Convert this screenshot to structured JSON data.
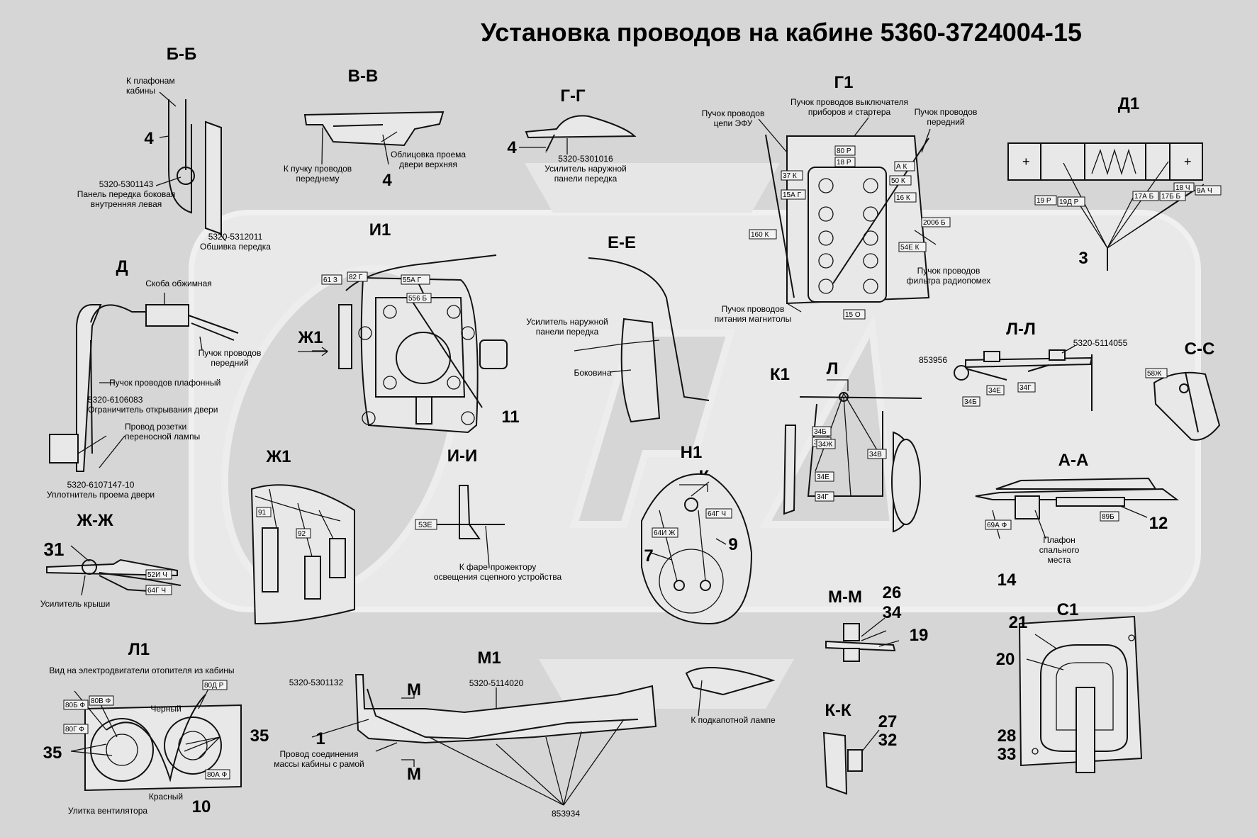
{
  "title": "Установка проводов на кабине 5360-3724004-15",
  "colors": {
    "background": "#d6d6d6",
    "watermark": "#ececec",
    "ink": "#111111"
  },
  "sections": {
    "bb": "Б-Б",
    "vv": "В-В",
    "gg": "Г-Г",
    "g1": "Г1",
    "d1": "Д1",
    "d": "Д",
    "i1": "И1",
    "ee": "Е-Е",
    "zh1a": "Ж1",
    "zh1b": "Ж1",
    "ii": "И-И",
    "zhzh": "Ж-Ж",
    "k1": "К1",
    "l": "Л",
    "ll": "Л-Л",
    "cc": "С-С",
    "n1": "Н1",
    "k": "К",
    "aa": "А-А",
    "mm": "М-М",
    "l1": "Л1",
    "m1": "М1",
    "m_a": "М",
    "m_b": "М",
    "kk": "К-К",
    "c1": "С1"
  },
  "labels": {
    "bb_ceiling": "К плафонам\nкабины",
    "bb_panel": "5320-5301143\nПанель передка боковая\nвнутренняя левая",
    "bb_trim": "5320-5312011\nОбшивка передка",
    "vv_bundle": "К пучку проводов\nпереднему",
    "vv_facing": "Облицовка проема\nдвери верхняя",
    "gg_amp": "5320-5301016\nУсилитель наружной\nпанели передка",
    "g1_efu": "Пучок проводов\nцепи ЭФУ",
    "g1_switch": "Пучок проводов выключателя\nприборов и стартера",
    "g1_front": "Пучок проводов\nпередний",
    "g1_filter": "Пучок проводов\nфильтра радиопомех",
    "g1_radio": "Пучок проводов\nпитания магнитолы",
    "d_clamp": "Скоба обжимная",
    "d_front": "Пучок проводов\nпередний",
    "d_ceiling": "Пучок проводов плафонный",
    "d_limiter": "5320-6106083\nОграничитель открывания двери",
    "d_lamp": "Провод розетки\nпереносной лампы",
    "d_seal": "5320-6107147-10\nУплотнитель проема двери",
    "ee_amp": "Усилитель наружной\nпанели передка",
    "ee_side": "Боковина",
    "ii_fog": "К фаре-прожектору\nосвещения сцепного устройства",
    "zhzh_roof": "Усилитель крыши",
    "ll_part": "5320-5114055",
    "ll_num": "853956",
    "aa_ceiling": "Плафон\nспального\nместа",
    "l1_view": "Вид на электродвигатели отопителя из кабины",
    "l1_black": "Черный",
    "l1_red": "Красный",
    "l1_snail": "Улитка вентилятора",
    "m1_p1": "5320-5301132",
    "m1_p2": "5320-5114020",
    "m1_ground": "Провод соединения\nмассы кабины с рамой",
    "m1_hood": "К подкапотной лампе",
    "m1_num": "853934"
  },
  "callouts": {
    "bb": "4",
    "vv": "4",
    "gg": "4",
    "d1": "3",
    "i1": "11",
    "n1a": "7",
    "n1b": "9",
    "zhzh": "31",
    "aa_a": "12",
    "aa_b": "14",
    "mm_a": "26",
    "mm_b": "34",
    "mm_c": "19",
    "c1_a": "21",
    "c1_b": "20",
    "c1_c": "28",
    "c1_d": "33",
    "l1_a": "35",
    "l1_b": "35",
    "l1_c": "10",
    "m1": "1",
    "kk_a": "27",
    "kk_b": "32"
  },
  "tags": {
    "g1_80": "80 Р",
    "g1_18": "18 Р",
    "g1_37": "37 К",
    "g1_15a": "15А Г",
    "g1_ak": "А К",
    "g1_50": "50 К",
    "g1_16": "16 К",
    "g1_2006": "2006 Б",
    "g1_54e": "54Е К",
    "g1_160": "160 К",
    "g1_15o": "15 О",
    "d1_19": "19 Р",
    "d1_19d": "19Д Р",
    "d1_17a": "17А Б",
    "d1_17b": "17Б Б",
    "d1_18": "18 Ч",
    "d1_9a": "9А Ч",
    "i1_61": "61 З",
    "i1_82": "82 Г",
    "i1_55a": "55А Г",
    "i1_556": "556 Б",
    "zh1_91": "91",
    "zh1_92": "92",
    "ii_53e": "53Е",
    "zh_52": "52И Ч",
    "zh_64": "64Г Ч",
    "k1_34b": "34Б",
    "k1_34d": "34Д",
    "k1_34v": "34В",
    "k1_34e": "34Е",
    "k1_34g": "34Г",
    "k1_34zh": "34Ж",
    "ll_34e": "34Е",
    "ll_34g": "34Г",
    "ll_34b": "34Б",
    "cc_58": "58Ж",
    "n1_64g": "64Г Ч",
    "n1_64i": "64И Ж",
    "aa_69a": "69А Ф",
    "aa_89": "89Б",
    "l1_80b": "80Б Ф",
    "l1_80v": "80В Ф",
    "l1_80g": "80Г Ф",
    "l1_80d": "80Д Р",
    "l1_80a": "80А Ф"
  }
}
